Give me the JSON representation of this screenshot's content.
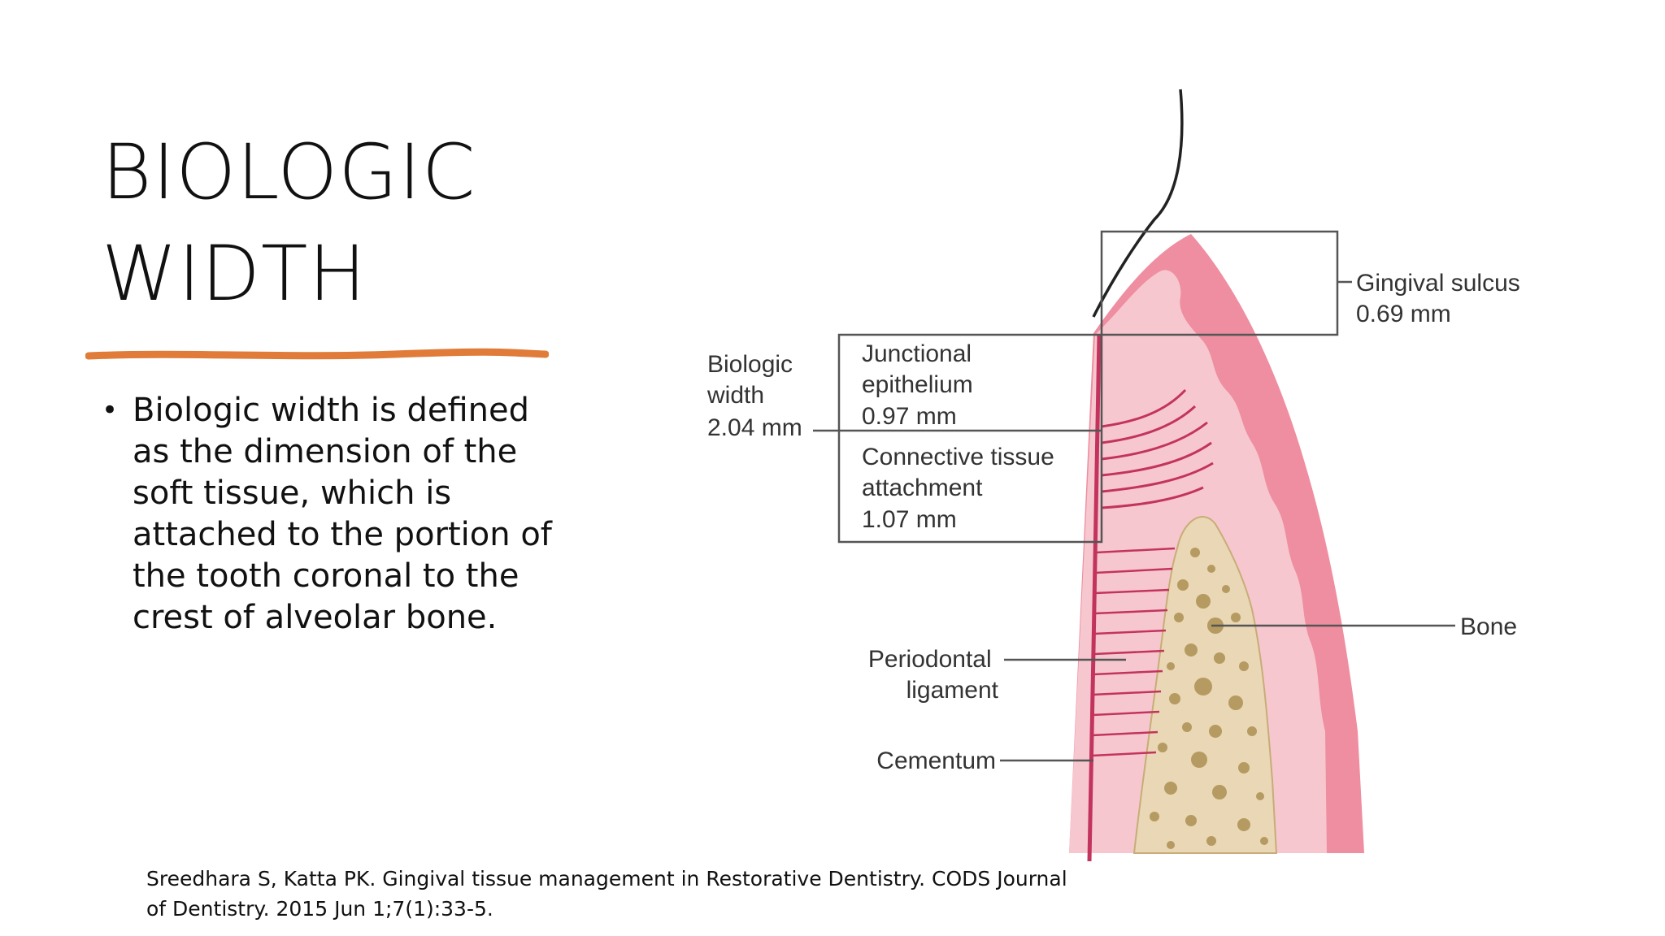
{
  "slide": {
    "title_lines": [
      "BIOLOGIC",
      "WIDTH"
    ],
    "accent_color": "#e07b39",
    "bullets": [
      "Biologic width is defined as the dimension of the soft tissue, which is attached to the portion of the tooth coronal to the crest of alveolar bone."
    ],
    "citation": "Sreedhara S, Katta PK. Gingival tissue management in Restorative Dentistry. CODS Journal of Dentistry. 2015 Jun 1;7(1):33-5."
  },
  "diagram": {
    "colors": {
      "gingiva": "#f7c7cf",
      "gingiva_outer": "#ee8ea0",
      "fibers": "#c2345e",
      "bone": "#e9d7b5",
      "bone_spots": "#b59a61",
      "lines": "#555555"
    },
    "labels": {
      "biologic_width": [
        "Biologic",
        "width",
        "2.04 mm"
      ],
      "junctional_epithelium": [
        "Junctional",
        "epithelium",
        "0.97 mm"
      ],
      "connective_tissue": [
        "Connective tissue",
        "attachment",
        "1.07 mm"
      ],
      "gingival_sulcus": [
        "Gingival sulcus",
        "0.69 mm"
      ],
      "bone": "Bone",
      "periodontal_ligament": [
        "Periodontal",
        "ligament"
      ],
      "cementum": "Cementum"
    }
  }
}
